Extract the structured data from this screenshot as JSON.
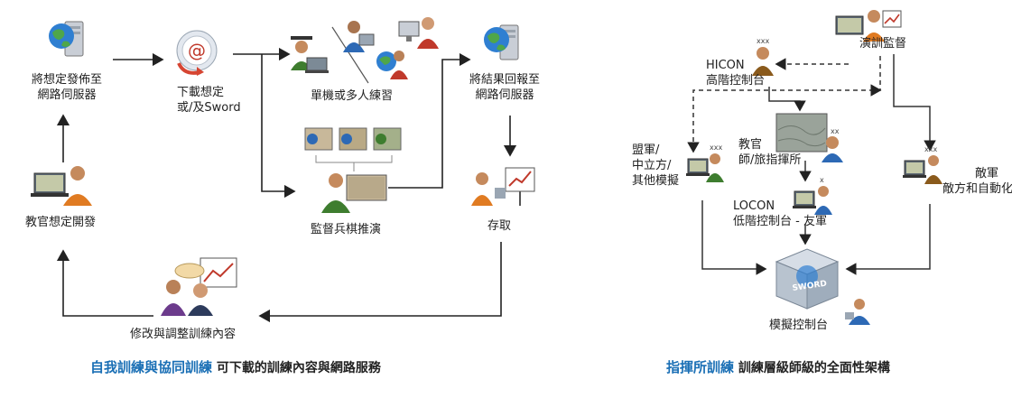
{
  "left": {
    "nodes": {
      "publish": "將想定發佈至\n網路伺服器",
      "download": "下載想定\n或/及Sword",
      "practice": "單機或多人練習",
      "upload": "將結果回報至\n網路伺服器",
      "develop": "教官想定開發",
      "wargame": "監督兵棋推演",
      "access": "存取",
      "revise": "修改與調整訓練內容"
    },
    "caption": {
      "highlight": "自我訓練與協同訓練",
      "rest": " 可下載的訓練內容與網路服務"
    }
  },
  "right": {
    "nodes": {
      "exercise_supervision": "演訓監督",
      "hicon": "HICON\n高階控制台",
      "allied": "盟軍/\n中立方/\n其他模擬",
      "instructor": "教官\n師/旅指揮所",
      "enemy": "敵軍\n敵方和自動化武力",
      "locon": "LOCON\n低階控制台 - 友軍",
      "sim_console": "模擬控制台"
    },
    "badges": {
      "hicon": "xxx",
      "allied": "xxx",
      "instructor": "xx",
      "enemy": "xxx",
      "locon": "x"
    },
    "cube_label": "SWORD",
    "caption": {
      "highlight": "指揮所訓練",
      "rest": " 訓練層級師級的全面性架構"
    }
  },
  "colors": {
    "caption_highlight": "#1a6fb5",
    "arrow": "#222222",
    "dashed_arrow": "#333333"
  }
}
